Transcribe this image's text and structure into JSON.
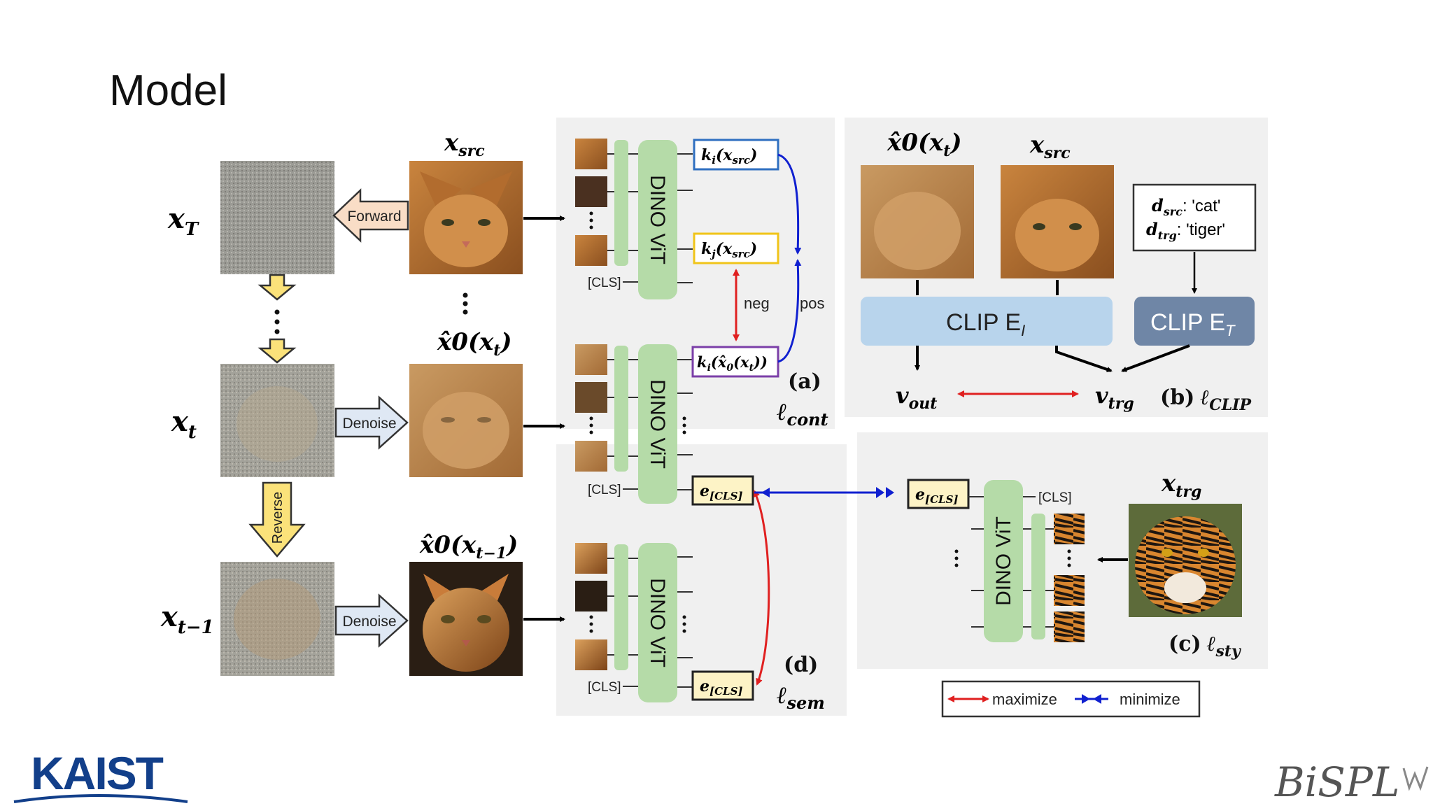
{
  "slide": {
    "title": "Model",
    "logo_left": "KAIST",
    "logo_right": "BiSPL"
  },
  "left": {
    "x_T": "x",
    "x_T_sub": "T",
    "x_t": "x",
    "x_t_sub": "t",
    "x_tm1": "x",
    "x_tm1_sub": "t−1",
    "x_src": "x",
    "x_src_sub": "src",
    "x0_t": "x̂",
    "x0_t_rest": "0(x",
    "x0_t_sub": "t",
    "x0_tm1": "x̂",
    "x0_tm1_rest": "0(x",
    "x0_tm1_sub": "t−1",
    "forward": "Forward",
    "denoise": "Denoise",
    "reverse": "Reverse"
  },
  "panel_a": {
    "dino": "DINO ViT",
    "cls": "[CLS]",
    "ki_src": "k",
    "ki_src_sub": "i",
    "ki_src_rest": "(x",
    "ki_src_sub2": "src",
    "kj_src": "k",
    "kj_src_sub": "j",
    "kj_src_rest": "(x",
    "kj_src_sub2": "src",
    "ki_x0": "k",
    "ki_x0_sub": "i",
    "ki_x0_rest": "(x̂",
    "ki_x0_sub2": "0",
    "ki_x0_rest2": "(x",
    "ki_x0_sub3": "t",
    "neg": "neg",
    "pos": "pos",
    "label": "(a)",
    "loss": "ℓ",
    "loss_sub": "cont"
  },
  "panel_b": {
    "x0_t": "x̂",
    "x0_t_rest": "0(x",
    "x0_t_sub": "t",
    "x_src": "x",
    "x_src_sub": "src",
    "d_src_label": "d",
    "d_src_sub": "src",
    "d_src_val": ": 'cat'",
    "d_trg_label": "d",
    "d_trg_sub": "trg",
    "d_trg_val": ": 'tiger'",
    "clip_img": "CLIP E",
    "clip_img_sub": "I",
    "clip_txt": "CLIP E",
    "clip_txt_sub": "T",
    "v_out": "v",
    "v_out_sub": "out",
    "v_trg": "v",
    "v_trg_sub": "trg",
    "label": "(b)",
    "loss": "ℓ",
    "loss_sub": "CLIP"
  },
  "panel_c": {
    "e_cls": "e",
    "e_cls_sub": "[CLS]",
    "cls": "[CLS]",
    "dino": "DINO ViT",
    "x_trg": "x",
    "x_trg_sub": "trg",
    "label": "(c)",
    "loss": "ℓ",
    "loss_sub": "sty"
  },
  "panel_d": {
    "e_cls": "e",
    "e_cls_sub": "[CLS]",
    "label": "(d)",
    "loss": "ℓ",
    "loss_sub": "sem"
  },
  "legend": {
    "maximize": "maximize",
    "minimize": "minimize"
  },
  "colors": {
    "panel_bg": "#f0f0f0",
    "dino_green": "#b5dba8",
    "clip_light": "#b8d4ec",
    "clip_dark": "#6f86a6",
    "key_blue": "#2f6fc0",
    "key_yellow": "#f0c419",
    "key_purple": "#7b3fa8",
    "cls_fill": "#fdf3c6",
    "arrow_red": "#e02020",
    "arrow_blue": "#1020d0",
    "forward_fill": "#f9ddc6",
    "denoise_fill": "#dfe8f4",
    "down_arrow_fill": "#fbe27a",
    "kaist_blue": "#123f8a"
  }
}
